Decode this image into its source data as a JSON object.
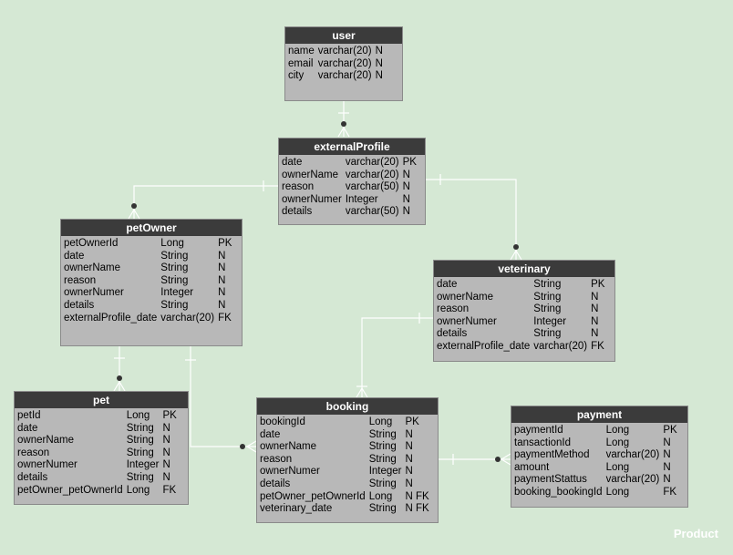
{
  "entities": {
    "user": {
      "title": "user",
      "rows": [
        [
          "name",
          "varchar(20)",
          "N"
        ],
        [
          "email",
          "varchar(20)",
          "N"
        ],
        [
          "city",
          "varchar(20)",
          "N"
        ]
      ]
    },
    "externalProfile": {
      "title": "externalProfile",
      "rows": [
        [
          "date",
          "varchar(20)",
          "PK"
        ],
        [
          "ownerName",
          "varchar(20)",
          "N"
        ],
        [
          "reason",
          "varchar(50)",
          "N"
        ],
        [
          "ownerNumer",
          "Integer",
          "N"
        ],
        [
          "details",
          "varchar(50)",
          "N"
        ]
      ]
    },
    "petOwner": {
      "title": "petOwner",
      "rows": [
        [
          "petOwnerId",
          "Long",
          "PK"
        ],
        [
          "date",
          "String",
          "N"
        ],
        [
          "ownerName",
          "String",
          "N"
        ],
        [
          "reason",
          "String",
          "N"
        ],
        [
          "ownerNumer",
          "Integer",
          "N"
        ],
        [
          "details",
          "String",
          "N"
        ],
        [
          "externalProfile_date",
          "varchar(20)",
          "FK"
        ]
      ]
    },
    "veterinary": {
      "title": "veterinary",
      "rows": [
        [
          "date",
          "String",
          "PK"
        ],
        [
          "ownerName",
          "String",
          "N"
        ],
        [
          "reason",
          "String",
          "N"
        ],
        [
          "ownerNumer",
          "Integer",
          "N"
        ],
        [
          "details",
          "String",
          "N"
        ],
        [
          "externalProfile_date",
          "varchar(20)",
          "FK"
        ]
      ]
    },
    "pet": {
      "title": "pet",
      "rows": [
        [
          "petId",
          "Long",
          "PK"
        ],
        [
          "date",
          "String",
          "N"
        ],
        [
          "ownerName",
          "String",
          "N"
        ],
        [
          "reason",
          "String",
          "N"
        ],
        [
          "ownerNumer",
          "Integer",
          "N"
        ],
        [
          "details",
          "String",
          "N"
        ],
        [
          "petOwner_petOwnerId",
          "Long",
          "FK"
        ]
      ]
    },
    "booking": {
      "title": "booking",
      "rows": [
        [
          "bookingId",
          "Long",
          "PK"
        ],
        [
          "date",
          "String",
          "N"
        ],
        [
          "ownerName",
          "String",
          "N"
        ],
        [
          "reason",
          "String",
          "N"
        ],
        [
          "ownerNumer",
          "Integer",
          "N"
        ],
        [
          "details",
          "String",
          "N"
        ],
        [
          "petOwner_petOwnerId",
          "Long",
          "N FK"
        ],
        [
          "veterinary_date",
          "String",
          "N FK"
        ]
      ]
    },
    "payment": {
      "title": "payment",
      "rows": [
        [
          "paymentId",
          "Long",
          "PK"
        ],
        [
          "tansactionId",
          "Long",
          "N"
        ],
        [
          "paymentMethod",
          "varchar(20)",
          "N"
        ],
        [
          "amount",
          "Long",
          "N"
        ],
        [
          "paymentStattus",
          "varchar(20)",
          "N"
        ],
        [
          "booking_bookingId",
          "Long",
          "FK"
        ]
      ]
    }
  },
  "footer": {
    "label": "Product"
  }
}
